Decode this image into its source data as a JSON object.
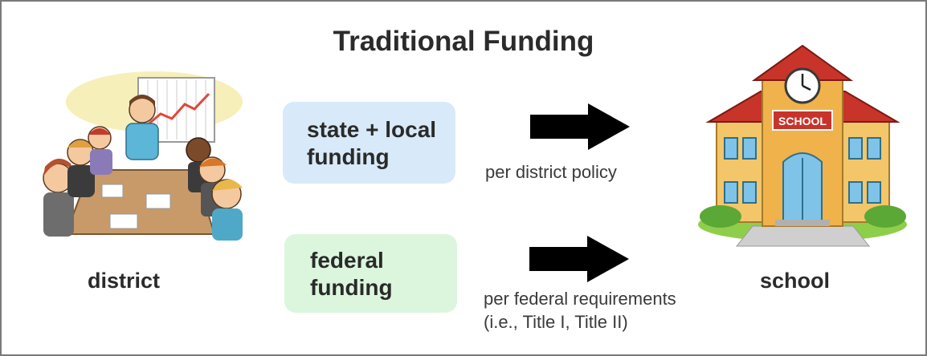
{
  "title": "Traditional Funding",
  "boxes": {
    "state_local": {
      "line1": "state + local",
      "line2": "funding",
      "color": "#d8e9f9"
    },
    "federal": {
      "line1": "federal",
      "line2": "funding",
      "color": "#dcf6de"
    }
  },
  "notes": {
    "district_policy": "per district policy",
    "federal_line1": "per federal requirements",
    "federal_line2": "(i.e., Title I, Title II)"
  },
  "labels": {
    "district": "district",
    "school": "school"
  },
  "school_sign": "SCHOOL"
}
